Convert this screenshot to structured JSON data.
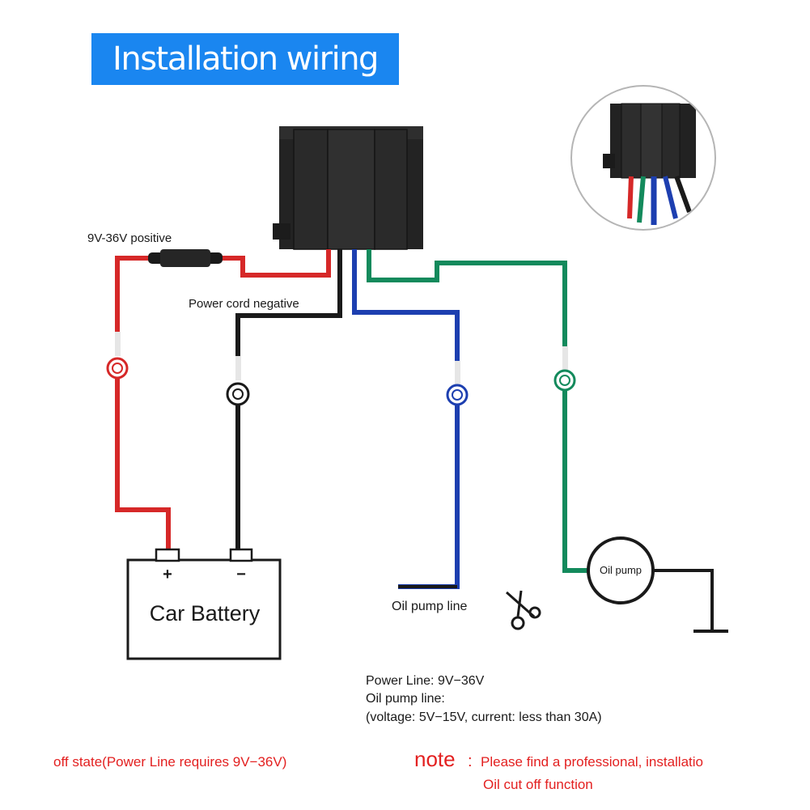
{
  "title": "Installation wiring",
  "labels": {
    "positive": "9V-36V positive",
    "negative": "Power cord negative",
    "battery": "Car Battery",
    "plus": "+",
    "minus": "−",
    "oil_pump": "Oil pump",
    "oil_pump_line": "Oil pump line"
  },
  "specs": {
    "line1": "Power Line: 9V−36V",
    "line2": "Oil pump line:",
    "line3": "(voltage: 5V−15V, current: less than 30A)"
  },
  "footer": {
    "off_state": "off state(Power Line requires 9V−36V)",
    "note_word": "note",
    "note_colon": ":",
    "note_text": "Please find a professional, installatio",
    "note_line2": "Oil cut off function"
  },
  "colors": {
    "banner": "#1a86f0",
    "red_wire": "#d62828",
    "black_wire": "#1a1a1a",
    "blue_wire": "#1d3fb0",
    "green_wire": "#138a5c",
    "note_red": "#e32020"
  }
}
